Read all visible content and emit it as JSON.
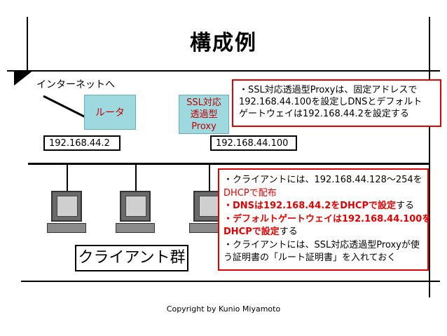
{
  "title": "構成例",
  "internet_label": "インターネットへ",
  "router_label": "ルータ",
  "proxy_label": [
    "SSL対応",
    "透過型",
    "Proxy"
  ],
  "router_ip": "192.168.44.2",
  "proxy_ip": "192.168.44.100",
  "note_top": [
    "・SSL対応透過型Proxyは、固定アドレスで",
    "192.168.44.100を設定しDNSとデフォルト",
    "ゲートウェイは192.168.44.2を設定する"
  ],
  "note_bottom": {
    "l1": "・クライアントには、192.168.44.128～254を",
    "l2": "DHCPで配布",
    "l3_red": "・DNSは192.168.44.2をDHCPで設定",
    "l3_tail": "する",
    "l4_red": "・デフォルトゲートウェイは192.168.44.100を",
    "l5_red": "DHCPで設定",
    "l5_tail": "する",
    "l6": "・クライアントには、SSL対応透過型Proxyが使",
    "l7": "う証明書の「ルート証明書」を入れておく"
  },
  "clients_label": "クライアント群",
  "copyright": "Copyright by Kunio Miyamoto",
  "colors": {
    "node_fill": "#9ed9e0",
    "node_text": "#c00000",
    "note_border": "#e00000",
    "highlight": "#e00000"
  }
}
